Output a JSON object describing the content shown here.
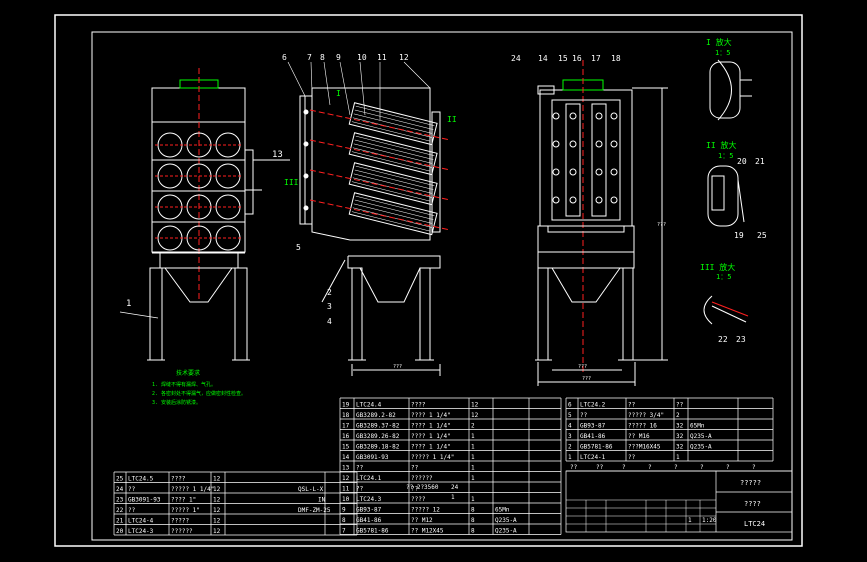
{
  "colors": {
    "background": "#000000",
    "line": "#ffffff",
    "center": "#ff2020",
    "accent": "#00ff00",
    "frame_gray": "#3c3c3c",
    "note": "#00ff00"
  },
  "views": {
    "front": {
      "callouts": [
        "13",
        "1"
      ]
    },
    "side": {
      "callouts": [
        "6",
        "7",
        "8",
        "9",
        "10",
        "11",
        "12",
        "I",
        "II",
        "III",
        "5",
        "2",
        "3",
        "4"
      ]
    },
    "right": {
      "callouts": [
        "24",
        "14",
        "15",
        "16",
        "17",
        "18"
      ],
      "dim_inner": "???",
      "dim_outer": "???",
      "dim_height": "???"
    }
  },
  "details": [
    {
      "title": "I  放大",
      "scale": "1：5"
    },
    {
      "title": "II  放大",
      "scale": "1：5",
      "callouts": [
        "20",
        "21",
        "19",
        "25"
      ]
    },
    {
      "title": "III  放大",
      "scale": "1：5",
      "callouts": [
        "22",
        "23"
      ]
    }
  ],
  "notes": {
    "heading": "技术要求",
    "lines": [
      "1. 焊缝不得有漏焊、气孔。",
      "2. 各密封处不得漏气，应做密封性检查。",
      "3. 安装后涂防锈漆。"
    ]
  },
  "bom_left": [
    {
      "no": "25",
      "code": "LTC24.5",
      "name": "????",
      "qty": "12",
      "c5": "",
      "c6": ""
    },
    {
      "no": "24",
      "code": "??",
      "name": "????? 1 1/4\"",
      "qty": "12",
      "c5": "",
      "c6": ""
    },
    {
      "no": "23",
      "code": "GB3091-93",
      "name": "???? 1\"",
      "qty": "12",
      "c5": "",
      "c6": ""
    },
    {
      "no": "22",
      "code": "??",
      "name": "????? 1\"",
      "qty": "12",
      "c5": "",
      "c6": ""
    },
    {
      "no": "21",
      "code": "LTC24-4",
      "name": "?????",
      "qty": "12",
      "c5": "",
      "c6": ""
    },
    {
      "no": "20",
      "code": "LTC24-3",
      "name": "??????",
      "qty": "12",
      "c5": "",
      "c6": ""
    }
  ],
  "bom_left_extra": [
    "QSL-L-X",
    "IN",
    "DMF-ZM-25"
  ],
  "bom_mid": [
    {
      "no": "19",
      "code": "LTC24.4",
      "name": "????",
      "qty": "12",
      "c5": "",
      "c6": ""
    },
    {
      "no": "18",
      "code": "GB3289.2-82",
      "name": "???? 1 1/4\"",
      "qty": "12",
      "c5": "",
      "c6": ""
    },
    {
      "no": "17",
      "code": "GB3289.37-82",
      "name": "???? 1 1/4\"",
      "qty": "2",
      "c5": "",
      "c6": ""
    },
    {
      "no": "16",
      "code": "GB3289.26-82",
      "name": "???? 1 1/4\"",
      "qty": "1",
      "c5": "",
      "c6": ""
    },
    {
      "no": "15",
      "code": "GB3289.18-82",
      "name": "???? 1 1/4\"",
      "qty": "1",
      "c5": "",
      "c6": ""
    },
    {
      "no": "14",
      "code": "GB3091-93",
      "name": "????? 1 1/4\"",
      "qty": "1",
      "c5": "",
      "c6": ""
    },
    {
      "no": "13",
      "code": "??",
      "name": "??",
      "qty": "1",
      "c5": "",
      "c6": ""
    },
    {
      "no": "12",
      "code": "LTC24.1",
      "name": "??????",
      "qty": "1",
      "c5": "",
      "c6": ""
    },
    {
      "no": "11",
      "code": "??",
      "name": "??",
      "qty": "",
      "c5": "",
      "c6": ""
    },
    {
      "no": "10",
      "code": "LTC24.3",
      "name": "????",
      "qty": "1",
      "c5": "",
      "c6": ""
    },
    {
      "no": "9",
      "code": "GB93-87",
      "name": "????? 12",
      "qty": "8",
      "c5": "65Mn",
      "c6": ""
    },
    {
      "no": "8",
      "code": "GB41-86",
      "name": "?? M12",
      "qty": "8",
      "c5": "Q235-A",
      "c6": ""
    },
    {
      "no": "7",
      "code": "GB5781-86",
      "name": "?? M12X45",
      "qty": "8",
      "c5": "Q235-A",
      "c6": ""
    }
  ],
  "bom_mid_extra": {
    "r12": "?? 2?3560",
    "r12qty": "24",
    "r11qty": "1"
  },
  "bom_right": [
    {
      "no": "6",
      "code": "LTC24.2",
      "name": "??",
      "qty": "??",
      "c5": "",
      "c6": ""
    },
    {
      "no": "5",
      "code": "??",
      "name": "????? 3/4\"",
      "qty": "2",
      "c5": "",
      "c6": ""
    },
    {
      "no": "4",
      "code": "GB93-87",
      "name": "????? 16",
      "qty": "32",
      "c5": "65Mn",
      "c6": ""
    },
    {
      "no": "3",
      "code": "GB41-86",
      "name": "?? M16",
      "qty": "32",
      "c5": "Q235-A",
      "c6": ""
    },
    {
      "no": "2",
      "code": "GB5781-86",
      "name": "???M16X45",
      "qty": "32",
      "c5": "Q235-A",
      "c6": ""
    },
    {
      "no": "1",
      "code": "LTC24-1",
      "name": "??",
      "qty": "1",
      "c5": "",
      "c6": ""
    }
  ],
  "bom_header": [
    "??",
    "??",
    "?",
    "?",
    "?",
    "?",
    "?",
    "?"
  ],
  "title_block": {
    "name": "?????",
    "unit": "????",
    "drawing_no": "LTC24",
    "scale_vals": [
      "1",
      "1:20"
    ]
  }
}
